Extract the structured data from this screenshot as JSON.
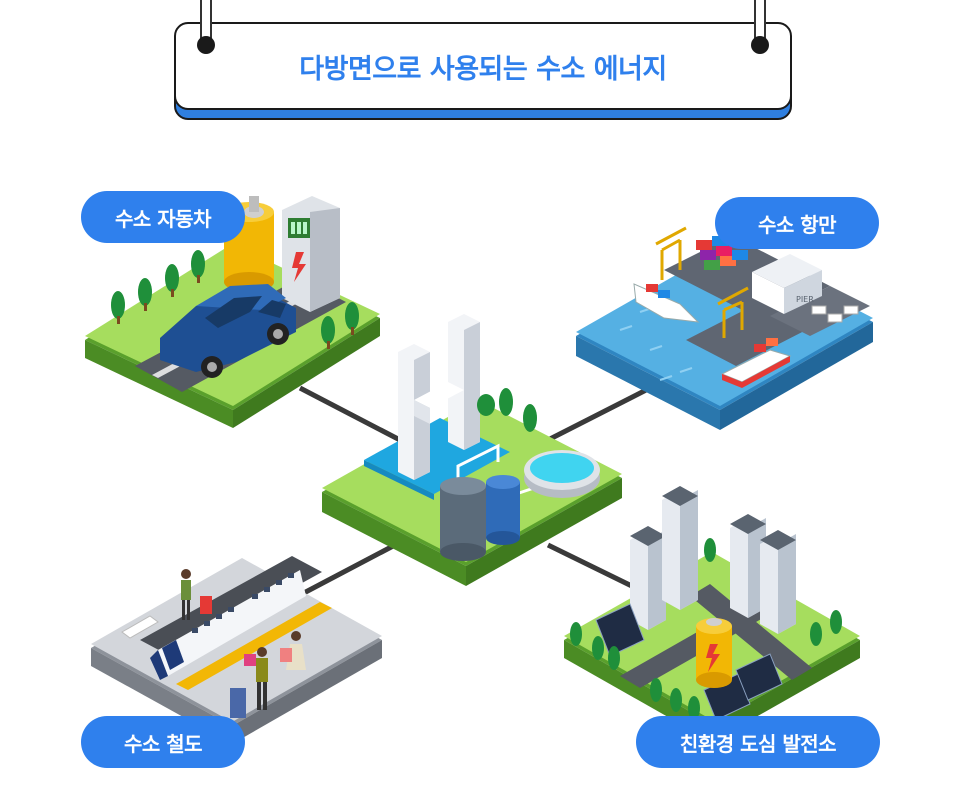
{
  "title": "다방면으로 사용되는 수소 에너지",
  "labels": {
    "car": "수소 자동차",
    "port": "수소 항만",
    "rail": "수소 철도",
    "plant": "친환경 도심 발전소"
  },
  "pier_sign": "PIER",
  "icons": {
    "center": "hydrogen-H-plant-icon",
    "car": "hydrogen-car-icon",
    "port": "hydrogen-port-icon",
    "rail": "hydrogen-train-icon",
    "plant": "fuel-cell-plant-icon"
  },
  "colors": {
    "accent": "#2f80ed",
    "grass": "#8fd14f",
    "grass_dark": "#5aa02c",
    "water": "#4fa8dc",
    "connector": "#3a3a3a"
  }
}
